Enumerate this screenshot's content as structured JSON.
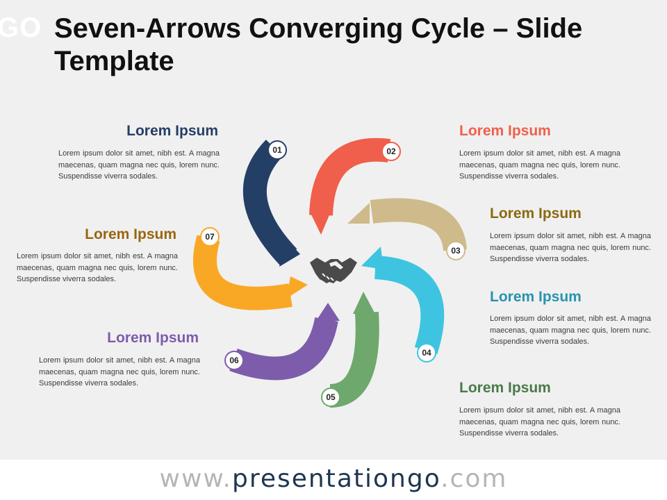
{
  "header": {
    "logo_text": "GO",
    "title": "Seven-Arrows Converging Cycle – Slide Template"
  },
  "center_icon": "handshake-icon",
  "items": [
    {
      "number": "01",
      "title": "Lorem Ipsum",
      "body": "Lorem ipsum dolor sit amet, nibh est. A magna maecenas, quam magna nec quis, lorem nunc. Suspendisse viverra sodales.",
      "color": "#243f66"
    },
    {
      "number": "02",
      "title": "Lorem Ipsum",
      "body": "Lorem ipsum dolor sit amet, nibh est. A magna maecenas, quam magna nec quis, lorem nunc. Suspendisse viverra sodales.",
      "color": "#f05f4b"
    },
    {
      "number": "03",
      "title": "Lorem Ipsum",
      "body": "Lorem ipsum dolor sit amet, nibh est. A magna maecenas, quam magna nec quis, lorem nunc. Suspendisse viverra sodales.",
      "color": "#cfba8c",
      "title_color": "#8a6a10"
    },
    {
      "number": "04",
      "title": "Lorem Ipsum",
      "body": "Lorem ipsum dolor sit amet, nibh est. A magna maecenas, quam magna nec quis, lorem nunc. Suspendisse viverra sodales.",
      "color": "#3ec4e1",
      "title_color": "#2793b0"
    },
    {
      "number": "05",
      "title": "Lorem Ipsum",
      "body": "Lorem ipsum dolor sit amet, nibh est. A magna maecenas, quam magna nec quis, lorem nunc. Suspendisse viverra sodales.",
      "color": "#6ea86c",
      "title_color": "#4a7a48"
    },
    {
      "number": "06",
      "title": "Lorem Ipsum",
      "body": "Lorem ipsum dolor sit amet, nibh est. A magna maecenas, quam magna nec quis, lorem nunc. Suspendisse viverra sodales.",
      "color": "#7d5cab"
    },
    {
      "number": "07",
      "title": "Lorem Ipsum",
      "body": "Lorem ipsum dolor sit amet, nibh est. A magna maecenas, quam magna nec quis, lorem nunc. Suspendisse viverra sodales.",
      "color": "#f9a825",
      "title_color": "#9a6410"
    }
  ],
  "footer": {
    "prefix": "www.",
    "brand": "presentationgo",
    "suffix": ".com"
  }
}
